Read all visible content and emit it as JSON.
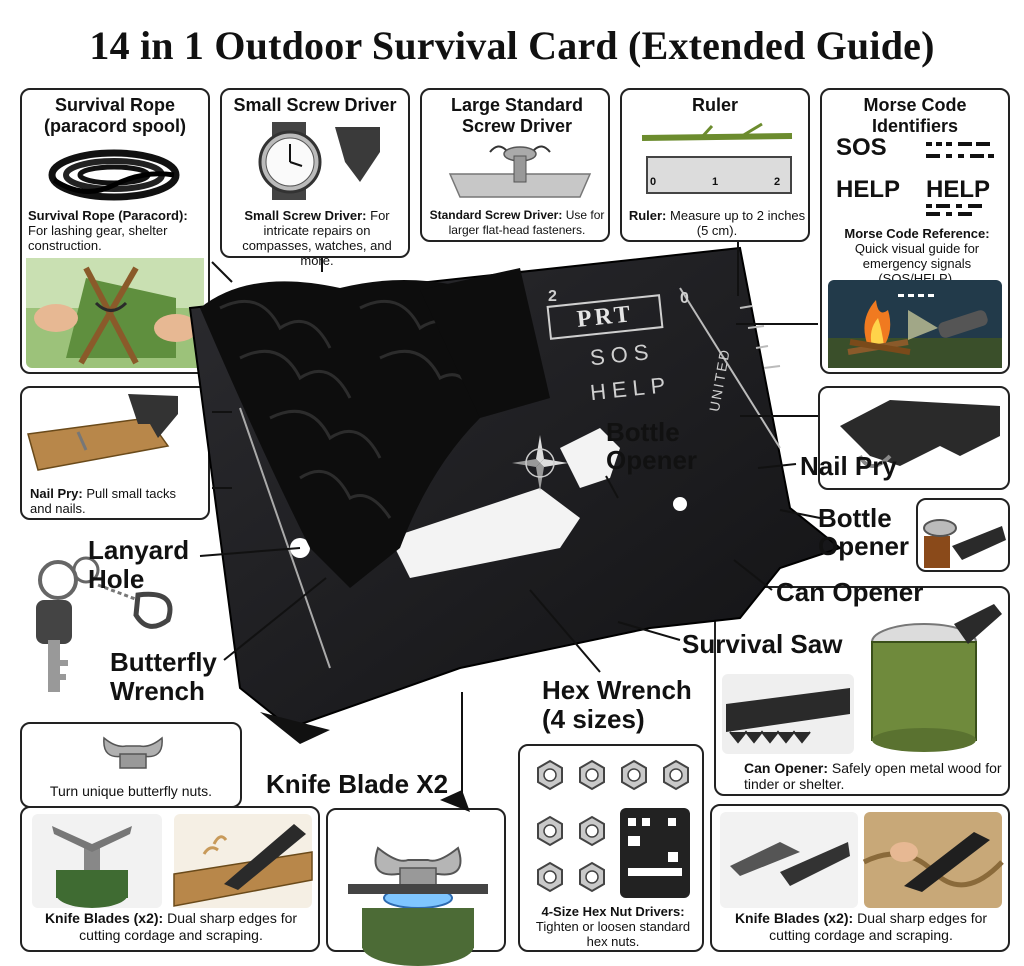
{
  "title": "14 in 1 Outdoor Survival Card (Extended Guide)",
  "boxes": {
    "rope": {
      "heading": "Survival Rope (paracord spool)",
      "desc_bold": "Survival Rope (Paracord):",
      "desc": "For lashing gear, shelter construction."
    },
    "small_screw": {
      "heading": "Small Screw Driver",
      "desc_bold": "Small Screw Driver:",
      "desc": "For intricate repairs on compasses, watches, and more."
    },
    "large_screw": {
      "heading": "Large Standard Screw Driver",
      "desc_bold": "Standard Screw Driver:",
      "desc": "Use for larger flat-head fasteners."
    },
    "ruler": {
      "heading": "Ruler",
      "desc_bold": "Ruler:",
      "desc": "Measure up to 2 inches (5 cm).",
      "ticks": [
        "0",
        "1",
        "2"
      ]
    },
    "morse": {
      "heading": "Morse Code Identifiers",
      "sos": "SOS",
      "help": "HELP",
      "help2": "HELP",
      "desc_bold": "Morse Code Reference:",
      "desc": "Quick visual guide for emergency signals (SOS/HELP)."
    },
    "nail_pry": {
      "desc_bold": "Nail Pry:",
      "desc": "Pull small tacks and nails."
    },
    "butterfly": {
      "desc": "Turn unique butterfly nuts."
    },
    "knife_left": {
      "desc_bold": "Knife Blades (x2):",
      "desc": "Dual sharp edges for cutting cordage and scraping."
    },
    "hex": {
      "desc_bold": "4-Size Hex Nut Drivers:",
      "desc": "Tighten or loosen standard hex nuts."
    },
    "can": {
      "desc_bold": "Can Opener:",
      "desc": "Safely open metal wood for tinder or shelter."
    },
    "knife_right": {
      "desc_bold": "Knife Blades (x2):",
      "desc": "Dual sharp edges for cutting cordage and scraping."
    }
  },
  "callouts": {
    "bottle_opener_card": "Bottle Opener",
    "nail_pry": "Nail Pry",
    "bottle_opener": "Bottle Opener",
    "can_opener": "Can Opener",
    "survival_saw": "Survival Saw",
    "lanyard_hole": "Lanyard Hole",
    "butterfly_wrench": "Butterfly Wrench",
    "hex_wrench": "Hex Wrench (4 sizes)",
    "knife_blade": "Knife Blade X2"
  },
  "card": {
    "brand": "PRT",
    "sos": "SOS",
    "help": "HELP",
    "united": "UNITED",
    "ruler_2": "2",
    "ruler_0": "0"
  },
  "colors": {
    "card": "#1f1f22",
    "rope": "#0d0d0d",
    "forest": "#6a9a4a",
    "wood": "#b8874a",
    "flame": "#f07a20",
    "can_green": "#6f8a3c"
  }
}
